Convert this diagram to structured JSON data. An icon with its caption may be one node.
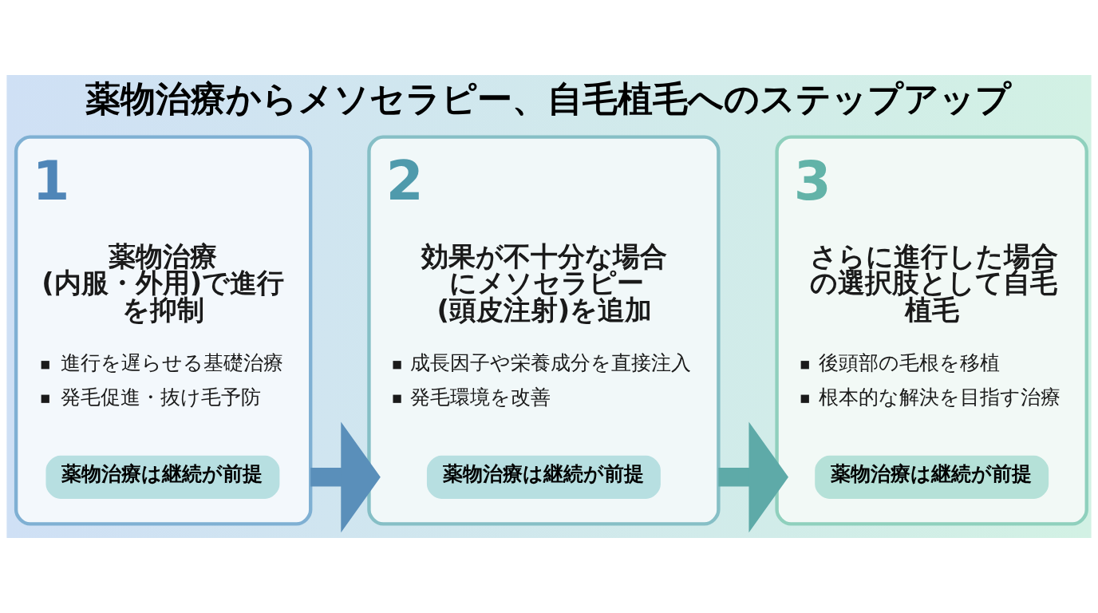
{
  "diagram": {
    "title": "薬物治療からメソセラピー、自毛植毛へのステップアップ",
    "nodes": [
      {
        "text": [
          "1",
          "薬物治療(内服・外用)で進行を抑制",
          "進行を遅らせる基礎治療",
          "発毛促進・抜け毛予防"
        ]
      },
      {
        "text": [
          "薬物治療は継続が前提"
        ],
        "in": 0
      },
      {
        "text": [
          "2",
          "効果が不十分な場合にメソセラピー(頭皮注射)を追加",
          "成長因子や栄養成分を直接注入",
          "発毛環境を改善"
        ]
      },
      {
        "text": [
          "薬物治療は継続が前提"
        ],
        "in": 2
      },
      {
        "text": [
          "3",
          "さらに進行した場合の選択肢として自毛植毛",
          "後頭部の毛根を移植",
          "根本的な解決を目指す治療"
        ]
      },
      {
        "text": [
          "薬物治療は継続が前提"
        ],
        "in": 4
      }
    ],
    "edges": [
      {
        "from": 0,
        "to": 2,
        "arrow": "to",
        "color": "#5a8fba"
      },
      {
        "from": 2,
        "to": 4,
        "arrow": "to",
        "color": "#5eaaa8"
      }
    ]
  }
}
